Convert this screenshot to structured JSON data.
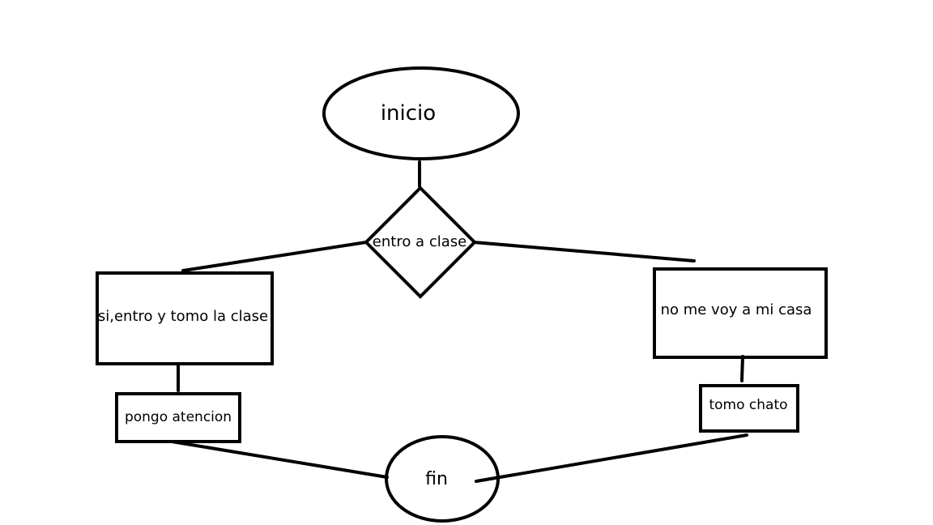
{
  "diagram": {
    "stroke_color": "#000000",
    "background": "#ffffff",
    "nodes": {
      "start": {
        "shape": "ellipse",
        "label": "inicio"
      },
      "decision": {
        "shape": "diamond",
        "label": "entro a clase"
      },
      "yes_branch": {
        "shape": "rectangle",
        "label": "si,entro y tomo la clase"
      },
      "no_branch": {
        "shape": "rectangle",
        "label": "no me voy a mi casa"
      },
      "yes_step": {
        "shape": "rectangle",
        "label": "pongo atencion"
      },
      "no_step": {
        "shape": "rectangle",
        "label": "tomo chato"
      },
      "end": {
        "shape": "ellipse",
        "label": "fin"
      }
    },
    "connections": [
      {
        "from": "start",
        "to": "decision"
      },
      {
        "from": "decision",
        "to": "yes_branch"
      },
      {
        "from": "decision",
        "to": "no_branch"
      },
      {
        "from": "yes_branch",
        "to": "yes_step"
      },
      {
        "from": "no_branch",
        "to": "no_step"
      },
      {
        "from": "yes_step",
        "to": "end"
      },
      {
        "from": "no_step",
        "to": "end"
      }
    ]
  }
}
